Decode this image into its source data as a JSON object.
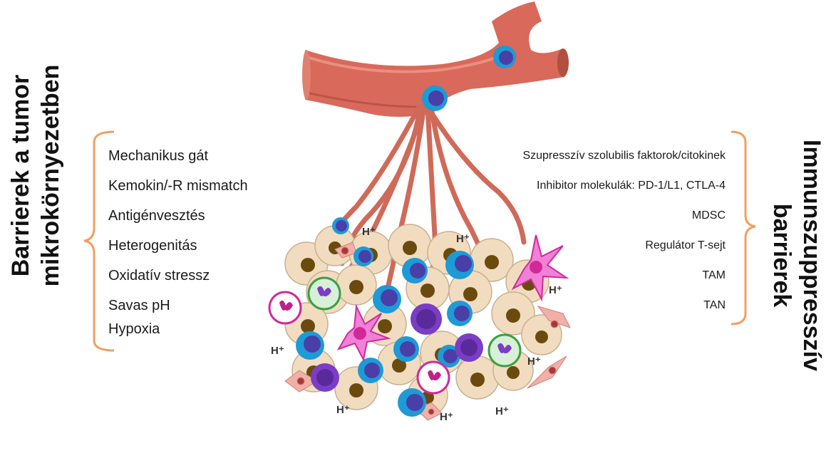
{
  "left_title": [
    "Barrierek a tumor",
    "mikrokörnyezetben"
  ],
  "right_title": [
    "Immunszuppresszív",
    "barrierek"
  ],
  "left_items": [
    "Mechanikus gát",
    "Kemokin/-R mismatch",
    "Antigénvesztés",
    "Heterogenitás",
    "Oxidatív stressz",
    "Savas pH",
    "Hypoxia"
  ],
  "right_items": [
    "Szupresszív szolubilis faktorok/citokinek",
    "Inhibitor molekulák: PD-1/L1, CTLA-4",
    "MDSC",
    "Regulátor T-sejt",
    "TAM",
    "TAN"
  ],
  "proton_label": "H⁺",
  "colors": {
    "bracket": "#f0a060",
    "vessel": "#d9695a",
    "tumor_cell": "#f2dcc0",
    "nucleus": "#6b4a0e",
    "t_cell": "#1e9ad6",
    "mdsc": "#e64bc4"
  }
}
